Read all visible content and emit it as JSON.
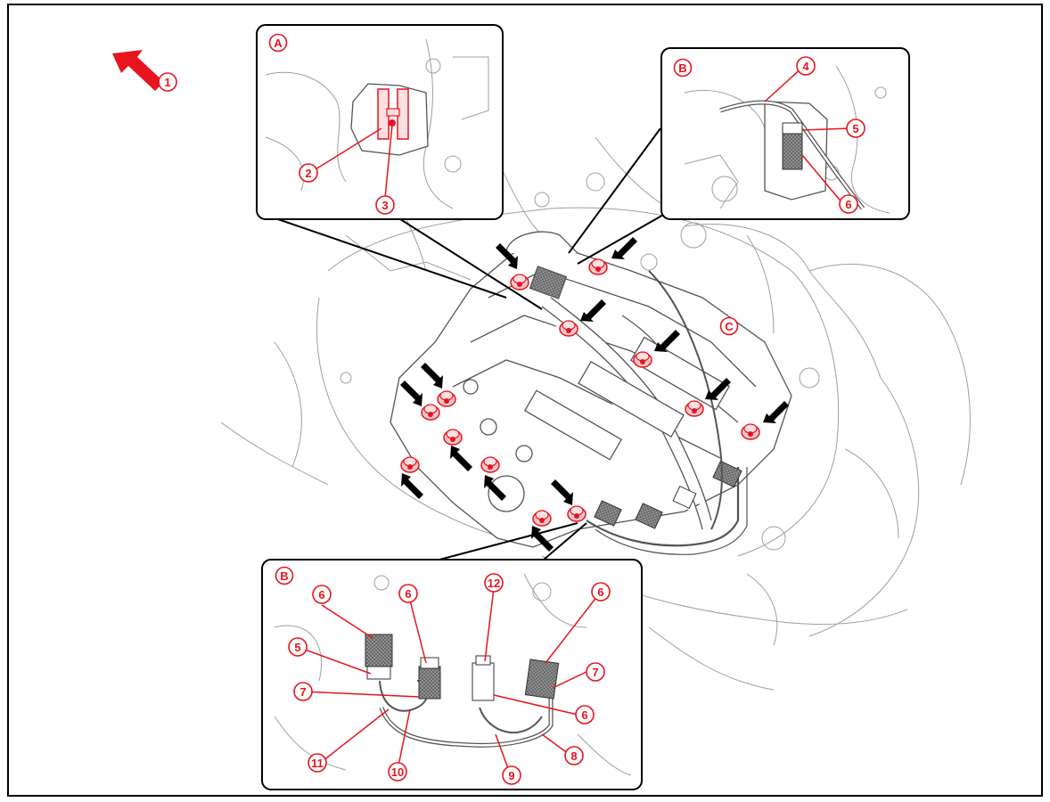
{
  "callout_color": "#e8141e",
  "arrow_color": "#000000",
  "direction_arrow_color": "#e8141e",
  "views": {
    "a": "A",
    "b": "B",
    "c": "C"
  },
  "callouts": [
    "1",
    "2",
    "3",
    "4",
    "5",
    "6",
    "7",
    "8",
    "9",
    "10",
    "11",
    "12"
  ]
}
